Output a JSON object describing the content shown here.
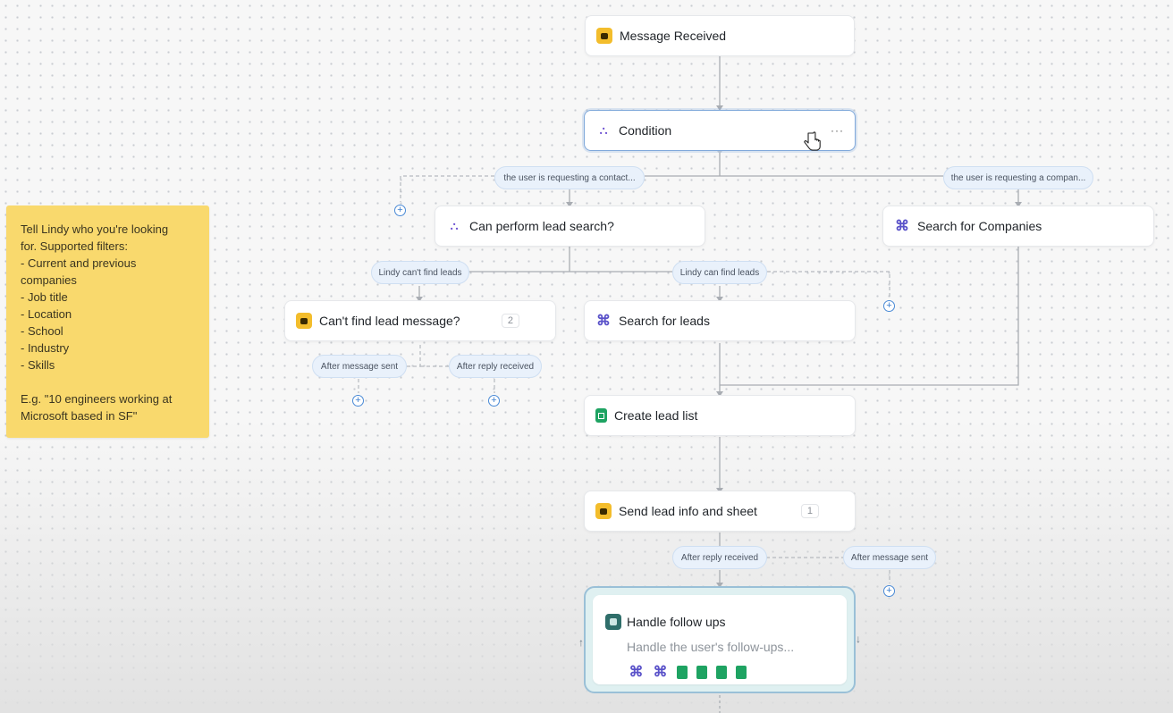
{
  "nodes": {
    "message_received": {
      "label": "Message Received",
      "icon": "chat-icon"
    },
    "condition": {
      "label": "Condition",
      "icon": "branch-icon",
      "menu": "···"
    },
    "can_perform": {
      "label": "Can perform lead search?",
      "icon": "branch-icon"
    },
    "search_companies": {
      "label": "Search for Companies",
      "icon": "people-search-icon"
    },
    "cant_find": {
      "label": "Can't find lead message?",
      "icon": "chat-icon",
      "badge": "2"
    },
    "search_leads": {
      "label": "Search for leads",
      "icon": "people-search-icon"
    },
    "create_list": {
      "label": "Create lead list",
      "icon": "sheets-icon"
    },
    "send_info": {
      "label": "Send lead info and sheet",
      "icon": "chat-icon",
      "badge": "1"
    },
    "follow_ups": {
      "label": "Handle follow ups",
      "description": "Handle the user's follow-ups...",
      "icon": "agent-icon",
      "tools": [
        "people-search-icon",
        "people-search-icon",
        "sheets-icon",
        "sheets-icon",
        "sheets-icon",
        "sheets-icon"
      ]
    }
  },
  "branches": {
    "contact": "the user is requesting a contact...",
    "company": "the user is requesting a compan...",
    "cant_find": "Lindy can't find leads",
    "can_find": "Lindy can find leads",
    "after_message_sent_1": "After message sent",
    "after_reply_received_1": "After reply received",
    "after_reply_received_2": "After reply received",
    "after_message_sent_2": "After message sent"
  },
  "sticky_note": {
    "lines": [
      "Tell Lindy who you're looking",
      "for. Supported filters:",
      "- Current and previous",
      "companies",
      "- Job title",
      "- Location",
      "- School",
      "- Industry",
      "- Skills",
      "",
      "E.g. \"10 engineers working at",
      "Microsoft based in SF\""
    ]
  },
  "add_button": "+",
  "colors": {
    "accent": "#4a8ad6",
    "sticky": "#f9d96d",
    "chat_icon": "#f3bd2c",
    "sheets_icon": "#1ea362",
    "branch_icon": "#6b4fd1"
  }
}
